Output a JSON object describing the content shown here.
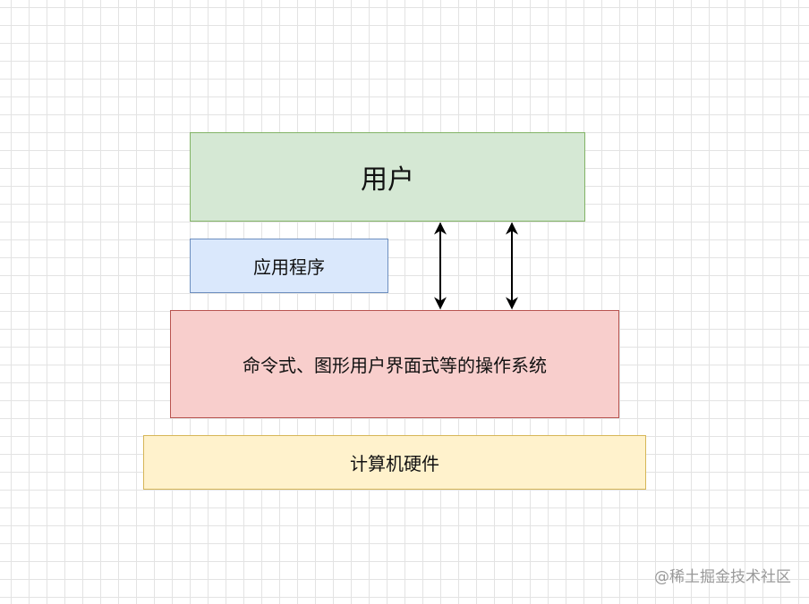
{
  "boxes": {
    "user": {
      "label": "用户",
      "fill": "#d5e8d4",
      "stroke": "#82b366"
    },
    "app": {
      "label": "应用程序",
      "fill": "#dae8fc",
      "stroke": "#6c8ebf"
    },
    "os": {
      "label": "命令式、图形用户界面式等的操作系统",
      "fill": "#f8cecc",
      "stroke": "#b85450"
    },
    "hardware": {
      "label": "计算机硬件",
      "fill": "#fff2cc",
      "stroke": "#d6b656"
    }
  },
  "connectors": [
    {
      "from": "user",
      "to": "os",
      "style": "bidirectional-arrow"
    },
    {
      "from": "user",
      "to": "os",
      "style": "bidirectional-arrow"
    }
  ],
  "watermark": "@稀土掘金技术社区"
}
